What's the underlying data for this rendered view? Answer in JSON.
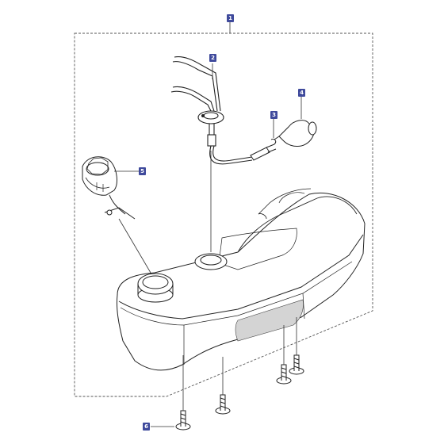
{
  "diagram": {
    "callouts": [
      {
        "key": "c1",
        "label": "1"
      },
      {
        "key": "c2",
        "label": "2"
      },
      {
        "key": "c3",
        "label": "3"
      },
      {
        "key": "c4",
        "label": "4"
      },
      {
        "key": "c5",
        "label": "5"
      },
      {
        "key": "c6",
        "label": "6"
      }
    ]
  },
  "colors": {
    "callout_fill": "#3f4a9c",
    "line": "#222222",
    "tank_fill": "#ffffff",
    "tank_shadow": "#d4d4d4"
  }
}
